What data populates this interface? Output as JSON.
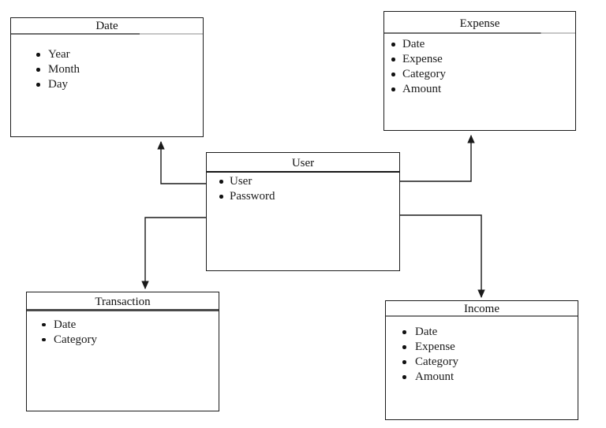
{
  "diagram": {
    "entities": [
      {
        "id": "date",
        "title": "Date",
        "attributes": [
          "Year",
          "Month",
          "Day"
        ]
      },
      {
        "id": "expense",
        "title": "Expense",
        "attributes": [
          "Date",
          "Expense",
          "Category",
          "Amount"
        ]
      },
      {
        "id": "user",
        "title": "User",
        "attributes": [
          "User",
          "Password"
        ]
      },
      {
        "id": "transaction",
        "title": "Transaction",
        "attributes": [
          "Date",
          "Category"
        ]
      },
      {
        "id": "income",
        "title": "Income",
        "attributes": [
          "Date",
          "Expense",
          "Category",
          "Amount"
        ]
      }
    ],
    "relationships": [
      {
        "from": "User",
        "to": "Date",
        "arrow": "into Date bottom edge"
      },
      {
        "from": "User",
        "to": "Expense",
        "arrow": "into Expense bottom edge"
      },
      {
        "from": "User",
        "to": "Transaction",
        "arrow": "into Transaction top edge"
      },
      {
        "from": "User",
        "to": "Income",
        "arrow": "into Income top edge"
      }
    ],
    "colors": {
      "line": "#1a1a1a",
      "box_border": "#1c1c1c",
      "separator_gray": "#7d7d7d",
      "background": "#ffffff"
    }
  }
}
